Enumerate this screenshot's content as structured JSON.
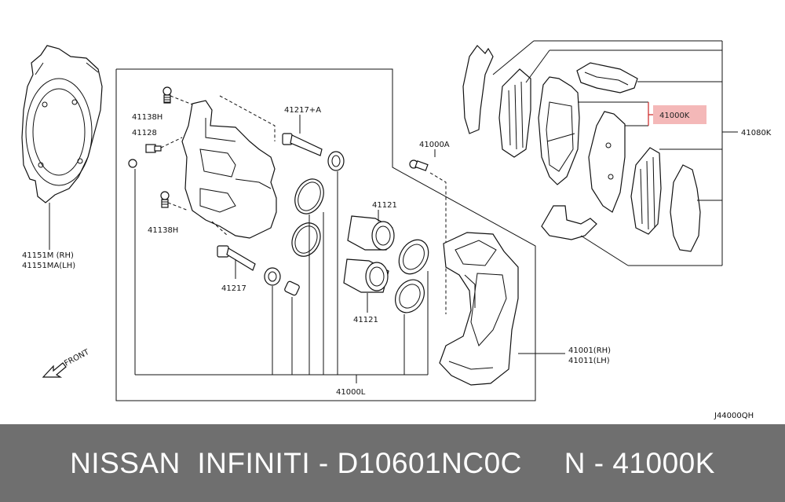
{
  "diagram": {
    "labels": {
      "backplate": "41151M (RH)",
      "backplate_lh": "41151MA(LH)",
      "bolt_top": "41138H",
      "bleeder": "41128",
      "bolt_bottom": "41138H",
      "pin_top": "41217+A",
      "pin_bottom": "41217",
      "bolt_a": "41000A",
      "piston_top": "41121",
      "piston_bottom": "41121",
      "caliper_rh": "41001(RH)",
      "caliper_lh": "41011(LH)",
      "seal_kit": "41000L",
      "pad_kit": "41000K",
      "hardware_kit": "41080K",
      "front": "FRONT",
      "diagram_code": "J44000QH"
    },
    "highlight_color": "#f4b8b8",
    "highlight_line_color": "#cc2222"
  },
  "banner": {
    "text": "NISSAN  INFINITI - D10601NC0C     N - 41000K",
    "background": "#6f6f6f"
  }
}
